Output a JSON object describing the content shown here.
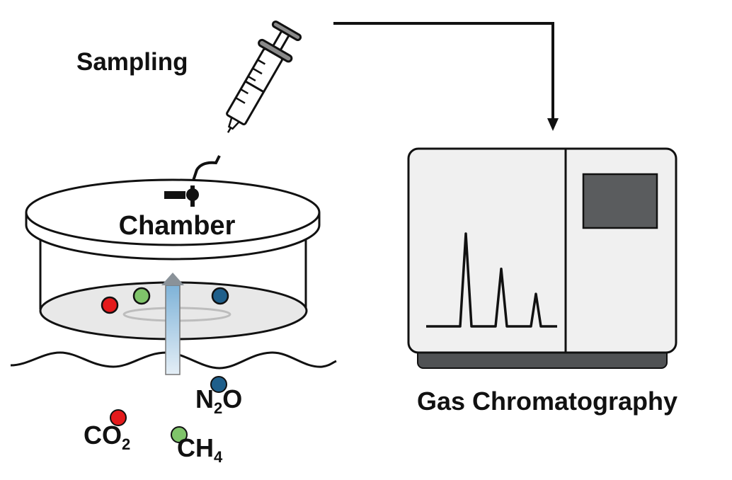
{
  "labels": {
    "sampling": "Sampling",
    "chamber": "Chamber",
    "gc": "Gas Chromatography"
  },
  "gases": [
    {
      "name": "n2o",
      "main": "N",
      "sub": "2",
      "tail": "O",
      "color": "#1f5f8b"
    },
    {
      "name": "co2",
      "main": "CO",
      "sub": "2",
      "tail": "",
      "color": "#e41a1c"
    },
    {
      "name": "ch4",
      "main": "CH",
      "sub": "4",
      "tail": "",
      "color": "#7fc46a"
    }
  ],
  "colors": {
    "stroke": "#111111",
    "gc_body": "#f0f0f0",
    "gc_base": "#505254",
    "gc_screen": "#5a5c5e",
    "soil_surface": "#e8e8e8",
    "flux_arrow": "#a9cde6",
    "flux_arrow_head": "#8a9299"
  },
  "chromatogram_peaks": [
    1.0,
    0.62,
    0.35
  ]
}
